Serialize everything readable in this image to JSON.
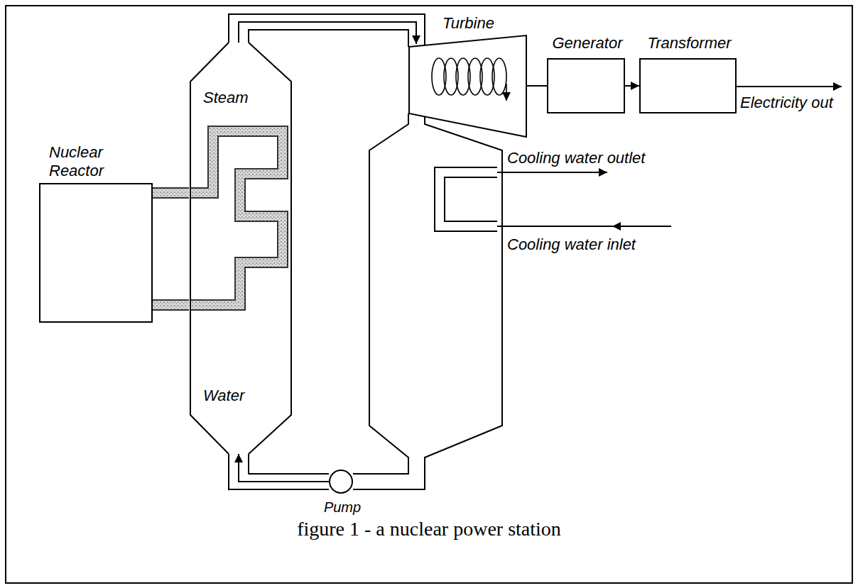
{
  "diagram": {
    "caption": "figure 1 - a nuclear power station",
    "nodes": [
      {
        "text": [
          "Nuclear Reactor"
        ]
      },
      {
        "text": [
          "Steam",
          "Water"
        ]
      },
      {
        "text": [
          "Turbine"
        ]
      },
      {
        "text": [
          "Generator"
        ]
      },
      {
        "text": [
          "Transformer"
        ]
      },
      {
        "text": [
          "Pump"
        ]
      }
    ],
    "edges": [
      {
        "from": 0,
        "to": 1,
        "arrow": "none"
      },
      {
        "from": 0,
        "to": 1,
        "arrow": "none"
      },
      {
        "from": 1,
        "to": 2,
        "arrow": "to"
      },
      {
        "from": 2,
        "to": 3,
        "arrow": "none"
      },
      {
        "from": 3,
        "to": 4,
        "arrow": "to"
      },
      {
        "from": 5,
        "to": 1,
        "arrow": "to"
      }
    ],
    "labels": [
      "Cooling water outlet",
      "Cooling water inlet",
      "Electricity out"
    ]
  }
}
